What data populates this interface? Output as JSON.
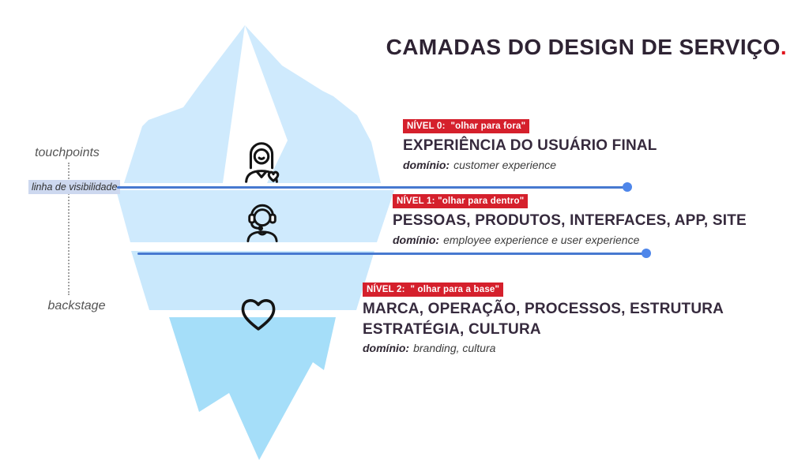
{
  "title": {
    "text": "CAMADAS DO DESIGN DE SERVIÇO",
    "accent_dot": "."
  },
  "left_labels": {
    "touchpoints": "touchpoints",
    "visibility_line": "linha de visibilidade",
    "backstage": "backstage"
  },
  "levels": [
    {
      "badge": "NÍVEL 0:  \"olhar para fora\"",
      "heading": "EXPERIÊNCIA DO USUÁRIO FINAL",
      "domain_label": "domínio:",
      "domain_value": "customer experience",
      "icon": "female-customer-heart-icon"
    },
    {
      "badge": "NÍVEL 1: \"olhar para dentro\"",
      "heading": "PESSOAS, PRODUTOS, INTERFACES, APP, SITE",
      "domain_label": "domínio:",
      "domain_value": "employee experience e user experience",
      "icon": "support-agent-headset-icon"
    },
    {
      "badge": "NÍVEL 2:  \" olhar para a base\"",
      "heading": "MARCA, OPERAÇÃO, PROCESSOS, ESTRUTURA ESTRATÉGIA, CULTURA",
      "domain_label": "domínio:",
      "domain_value": "branding, cultura",
      "icon": "heart-icon"
    }
  ],
  "colors": {
    "accent_red": "#D5202C",
    "title_dark": "#2E2333",
    "iceberg_light_blue": "#CFEAFD",
    "iceberg_deep_blue": "#A5DEF9",
    "visibility_line_blue": "#4779D0",
    "line_dot_blue": "#4E86EA",
    "visibility_label_highlight": "#CDD8EF",
    "muted_label_gray": "#555555"
  }
}
